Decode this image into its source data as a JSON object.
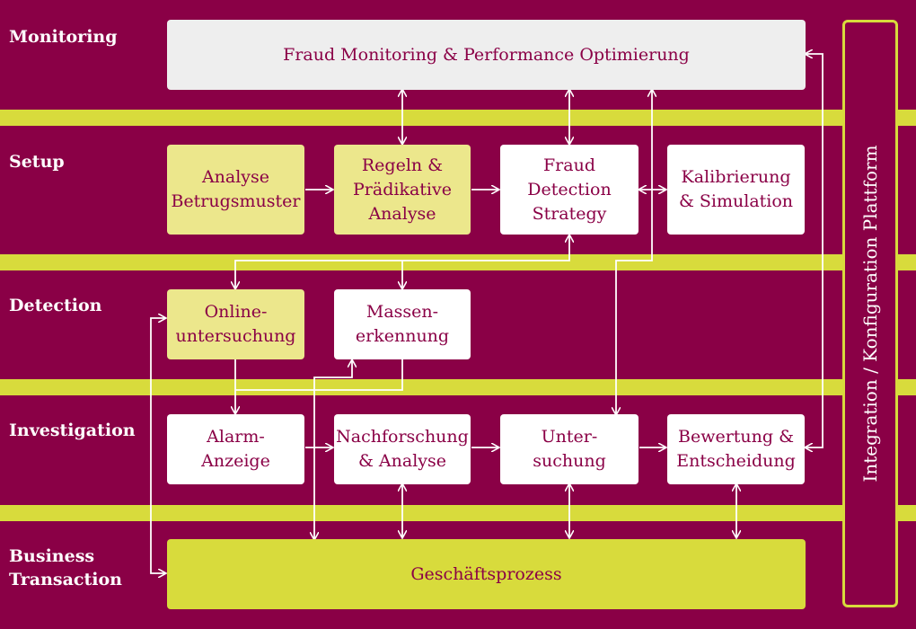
{
  "lanes": {
    "monitoring": "Monitoring",
    "setup": "Setup",
    "detection": "Detection",
    "investigation": "Investigation",
    "business": "Business\nTransaction"
  },
  "nodes": {
    "monitoring": "Fraud Monitoring & Performance Optimierung",
    "analyse": "Analyse\nBetrugsmuster",
    "regeln": "Regeln &\nPrädikative\nAnalyse",
    "strategy": "Fraud\nDetection\nStrategy",
    "kalibrierung": "Kalibrierung\n& Simulation",
    "online": "Online-\nuntersuchung",
    "massen": "Massen-\nerkennung",
    "alarm": "Alarm-\nAnzeige",
    "nachforschung": "Nachforschung\n& Analyse",
    "untersuchung": "Unter-\nsuchung",
    "bewertung": "Bewertung &\nEntscheidung",
    "prozess": "Geschäftsprozess"
  },
  "platform": "Integration / Konfiguration Plattform",
  "colors": {
    "background": "#8a0046",
    "stripe": "#d8db3c",
    "box_white": "#ffffff",
    "box_light_yellow": "#ece78c",
    "box_grey": "#eeeeee",
    "connector": "#ffffff"
  }
}
